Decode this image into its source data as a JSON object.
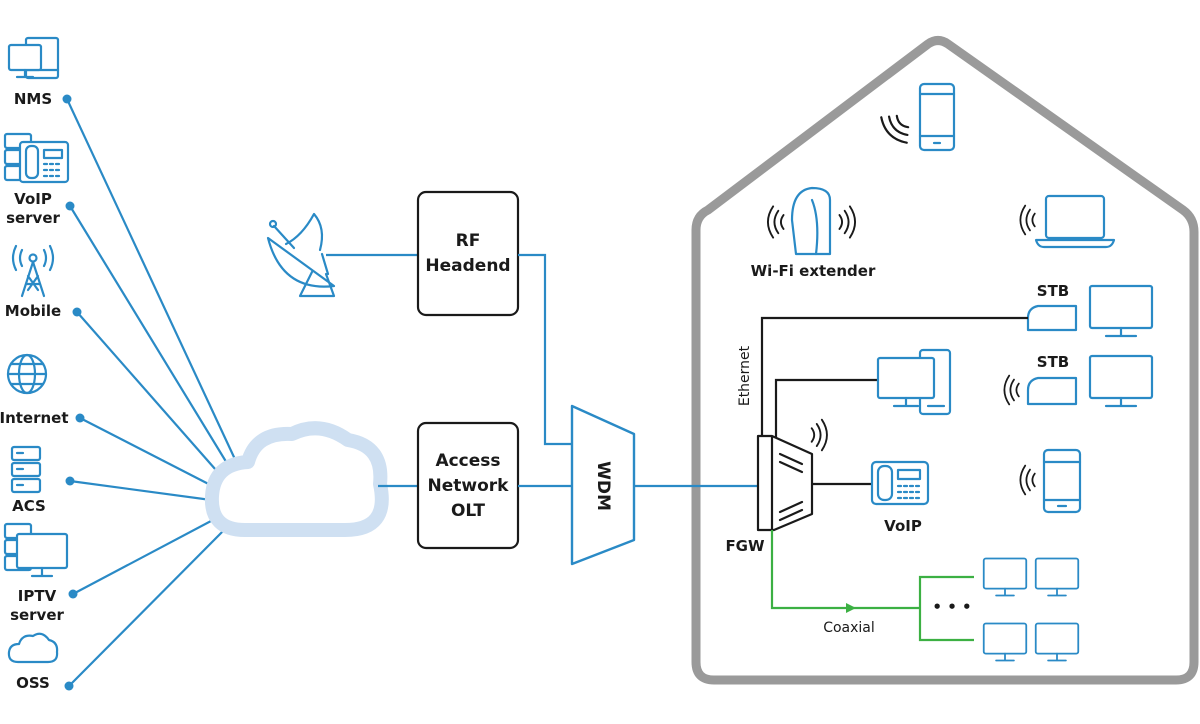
{
  "left_nodes": [
    {
      "id": "nms",
      "label": "NMS",
      "icon": "monitor-icon"
    },
    {
      "id": "voip-server",
      "label1": "VoIP",
      "label2": "server",
      "icon": "voip-server-icon"
    },
    {
      "id": "mobile",
      "label": "Mobile",
      "icon": "antenna-icon"
    },
    {
      "id": "internet",
      "label": "Internet",
      "icon": "globe-icon"
    },
    {
      "id": "acs",
      "label": "ACS",
      "icon": "server-rack-icon"
    },
    {
      "id": "iptv-server",
      "label1": "IPTV",
      "label2": "server",
      "icon": "iptv-server-icon"
    },
    {
      "id": "oss",
      "label": "OSS",
      "icon": "cloud-icon"
    }
  ],
  "boxes": {
    "rf_headend": {
      "line1": "RF",
      "line2": "Headend"
    },
    "access_network": {
      "line1": "Access",
      "line2": "Network",
      "line3": "OLT"
    },
    "wdm": "WDM"
  },
  "home": {
    "wifi_extender": "Wi-Fi extender",
    "stb1": "STB",
    "stb2": "STB",
    "ethernet": "Ethernet",
    "fgw": "FGW",
    "voip": "VoIP",
    "coaxial": "Coaxial",
    "ellipsis": "• • •"
  },
  "colors": {
    "fiber": "#2a8ac6",
    "ethernet": "#1a1a1a",
    "coaxial": "#3cb043",
    "house": "#9a9a9a",
    "cloud": "#cfe0f2"
  }
}
